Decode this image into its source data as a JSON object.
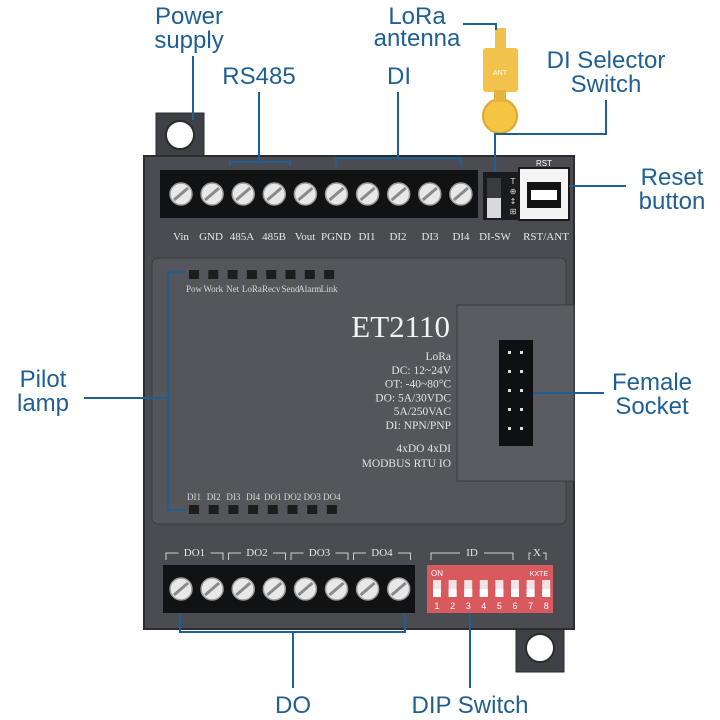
{
  "callouts": {
    "power_supply": [
      "Power",
      "supply"
    ],
    "rs485": "RS485",
    "di": "DI",
    "lora_antenna": [
      "LoRa",
      "antenna"
    ],
    "di_selector": [
      "DI Selector",
      "Switch"
    ],
    "reset_button": [
      "Reset",
      "button"
    ],
    "pilot_lamp": [
      "Pilot",
      "lamp"
    ],
    "female_socket": [
      "Female",
      "Socket"
    ],
    "do": "DO",
    "dip_switch": "DIP Switch"
  },
  "top_terminals": [
    "Vin",
    "GND",
    "485A",
    "485B",
    "Vout",
    "PGND",
    "DI1",
    "DI2",
    "DI3",
    "DI4"
  ],
  "di_sw_label": "DI-SW",
  "rst_ant_label": "RST/ANT",
  "rst_label": "RST",
  "antenna_label": "ANT",
  "status_leds": [
    "Pow",
    "Work",
    "Net",
    "LoRa",
    "Recv",
    "Send",
    "Alarm",
    "Link"
  ],
  "io_leds": [
    "DI1",
    "DI2",
    "DI3",
    "DI4",
    "DO1",
    "DO2",
    "DO3",
    "DO4"
  ],
  "model": "ET2110",
  "specs": [
    "LoRa",
    "DC: 12~24V",
    "OT: -40~80°C",
    "DO: 5A/30VDC",
    "5A/250VAC",
    "DI: NPN/PNP"
  ],
  "io_summary": [
    "4xDO  4xDI",
    "MODBUS  RTU  IO"
  ],
  "do_groups": [
    "DO1",
    "DO2",
    "DO3",
    "DO4"
  ],
  "dip": {
    "id_label": "ID",
    "x_label": "X",
    "on_label": "ON",
    "kxte_label": "KXTE",
    "numbers": [
      "1",
      "2",
      "3",
      "4",
      "5",
      "6",
      "7",
      "8"
    ]
  },
  "colors": {
    "device_body": "#4a4c51",
    "terminal_block": "#111214",
    "callout_text": "#1f5f94",
    "dip_switch": "#d95a5e",
    "antenna": "#f2c24a"
  }
}
